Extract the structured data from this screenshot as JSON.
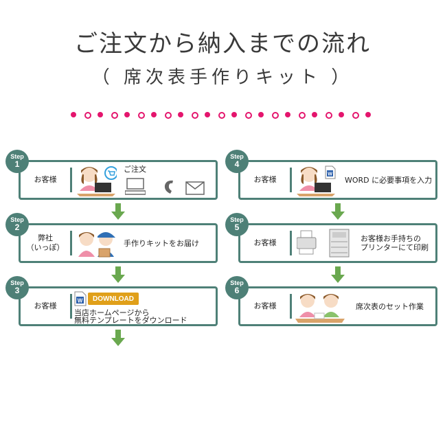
{
  "title": {
    "line1": "ご注文から納入までの流れ",
    "line2": "（ 席次表手作りキット ）"
  },
  "colors": {
    "frame": "#4e8077",
    "dots": "#e4156d",
    "arrow": "#6aa84f",
    "download": "#e0a01a"
  },
  "steps": [
    {
      "badge": "Step",
      "num": "1",
      "who": "お客様",
      "text": "ご注文",
      "icons": [
        "customer-pc",
        "computer-icon",
        "phone-icon",
        "mail-icon"
      ]
    },
    {
      "badge": "Step",
      "num": "2",
      "who": "弊社\n（いっぽ）",
      "text": "手作りキットをお届け",
      "icons": [
        "delivery-staff"
      ]
    },
    {
      "badge": "Step",
      "num": "3",
      "who": "お客様",
      "download_label": "DOWNLOAD",
      "text_line1": "当店ホームページから",
      "text_line2": "無料テンプレートをダウンロード",
      "icons": [
        "word-icon"
      ]
    },
    {
      "badge": "Step",
      "num": "4",
      "who": "お客様",
      "text": "WORD に必要事項を入力",
      "icons": [
        "customer-pc",
        "word-icon"
      ]
    },
    {
      "badge": "Step",
      "num": "5",
      "who": "お客様",
      "text_line1": "お客様お手持ちの",
      "text_line2": "プリンターにて印刷",
      "icons": [
        "printer-icon"
      ]
    },
    {
      "badge": "Step",
      "num": "6",
      "who": "お客様",
      "text": "席次表のセット作業",
      "icons": [
        "couple-crafting"
      ]
    }
  ]
}
